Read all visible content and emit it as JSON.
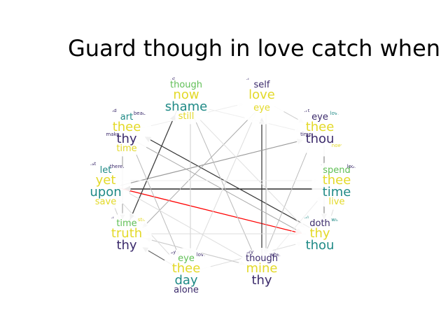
{
  "title": "Guard though in love catch when",
  "palette": {
    "yellow": "#e3d928",
    "green": "#5fbf55",
    "teal": "#1f8a86",
    "blue": "#2c6b8f",
    "navy": "#3b2a6b",
    "gray": "#7a7a7a"
  },
  "nodes": [
    {
      "id": "n0",
      "words": [
        {
          "t": "now",
          "s": "big",
          "c": "yellow"
        },
        {
          "t": "shame",
          "s": "big",
          "c": "teal"
        },
        {
          "t": "though",
          "s": "mid",
          "c": "green"
        },
        {
          "t": "still",
          "s": "mid",
          "c": "yellow"
        },
        {
          "t": "bare",
          "s": "tiny",
          "c": "navy"
        }
      ]
    },
    {
      "id": "n1",
      "words": [
        {
          "t": "love",
          "s": "big",
          "c": "yellow"
        },
        {
          "t": "self",
          "s": "mid",
          "c": "navy"
        },
        {
          "t": "eye",
          "s": "mid",
          "c": "yellow"
        },
        {
          "t": "will",
          "s": "tiny",
          "c": "navy"
        }
      ]
    },
    {
      "id": "n2",
      "words": [
        {
          "t": "thee",
          "s": "big",
          "c": "yellow"
        },
        {
          "t": "thou",
          "s": "big",
          "c": "navy"
        },
        {
          "t": "eye",
          "s": "mid",
          "c": "navy"
        },
        {
          "t": "heart",
          "s": "tiny",
          "c": "navy"
        },
        {
          "t": "love",
          "s": "tiny",
          "c": "teal"
        },
        {
          "t": "time",
          "s": "tiny",
          "c": "navy"
        },
        {
          "t": "now",
          "s": "tiny",
          "c": "yellow"
        }
      ]
    },
    {
      "id": "n3",
      "words": [
        {
          "t": "thee",
          "s": "big",
          "c": "yellow"
        },
        {
          "t": "time",
          "s": "big",
          "c": "teal"
        },
        {
          "t": "spend",
          "s": "mid",
          "c": "green"
        },
        {
          "t": "live",
          "s": "mid",
          "c": "yellow"
        },
        {
          "t": "ill",
          "s": "tiny",
          "c": "navy"
        },
        {
          "t": "look",
          "s": "tiny",
          "c": "navy"
        }
      ]
    },
    {
      "id": "n4",
      "words": [
        {
          "t": "thy",
          "s": "big",
          "c": "yellow"
        },
        {
          "t": "thou",
          "s": "big",
          "c": "teal"
        },
        {
          "t": "doth",
          "s": "mid",
          "c": "navy"
        },
        {
          "t": "hath",
          "s": "tiny",
          "c": "teal"
        },
        {
          "t": "will",
          "s": "tiny",
          "c": "teal"
        }
      ]
    },
    {
      "id": "n5",
      "words": [
        {
          "t": "mine",
          "s": "big",
          "c": "yellow"
        },
        {
          "t": "thy",
          "s": "big",
          "c": "navy"
        },
        {
          "t": "though",
          "s": "mid",
          "c": "navy"
        },
        {
          "t": "beauty",
          "s": "tiny",
          "c": "navy"
        },
        {
          "t": "where",
          "s": "tiny",
          "c": "navy"
        }
      ]
    },
    {
      "id": "n6",
      "words": [
        {
          "t": "thee",
          "s": "big",
          "c": "yellow"
        },
        {
          "t": "day",
          "s": "big",
          "c": "teal"
        },
        {
          "t": "eye",
          "s": "mid",
          "c": "green"
        },
        {
          "t": "alone",
          "s": "mid",
          "c": "navy"
        },
        {
          "t": "away",
          "s": "tiny",
          "c": "navy"
        },
        {
          "t": "love",
          "s": "tiny",
          "c": "navy"
        }
      ]
    },
    {
      "id": "n7",
      "words": [
        {
          "t": "truth",
          "s": "big",
          "c": "yellow"
        },
        {
          "t": "thy",
          "s": "big",
          "c": "navy"
        },
        {
          "t": "time",
          "s": "mid",
          "c": "green"
        },
        {
          "t": "will",
          "s": "tiny",
          "c": "navy"
        },
        {
          "t": "still",
          "s": "tiny",
          "c": "yellow"
        }
      ]
    },
    {
      "id": "n8",
      "words": [
        {
          "t": "yet",
          "s": "big",
          "c": "yellow"
        },
        {
          "t": "upon",
          "s": "big",
          "c": "teal"
        },
        {
          "t": "let",
          "s": "mid",
          "c": "teal"
        },
        {
          "t": "save",
          "s": "mid",
          "c": "yellow"
        },
        {
          "t": "whilst",
          "s": "tiny",
          "c": "navy"
        },
        {
          "t": "therefore",
          "s": "tiny",
          "c": "navy"
        }
      ]
    },
    {
      "id": "n9",
      "words": [
        {
          "t": "thee",
          "s": "big",
          "c": "yellow"
        },
        {
          "t": "thy",
          "s": "big",
          "c": "navy"
        },
        {
          "t": "art",
          "s": "mid",
          "c": "teal"
        },
        {
          "t": "time",
          "s": "mid",
          "c": "yellow"
        },
        {
          "t": "world",
          "s": "tiny",
          "c": "navy"
        },
        {
          "t": "beauty",
          "s": "tiny",
          "c": "navy"
        },
        {
          "t": "make",
          "s": "tiny",
          "c": "navy"
        }
      ]
    }
  ],
  "edges": [
    {
      "from": "n3",
      "to": "n8",
      "color": "#000000",
      "weight": 1.3
    },
    {
      "from": "n8",
      "to": "n4",
      "color": "#ff0000",
      "weight": 1.3
    },
    {
      "from": "n4",
      "to": "n9",
      "color": "#333333",
      "weight": 1.2
    },
    {
      "from": "n7",
      "to": "n0",
      "color": "#333333",
      "weight": 1.2
    },
    {
      "from": "n5",
      "to": "n1",
      "color": "#333333",
      "weight": 1.2
    },
    {
      "from": "n8",
      "to": "n2",
      "color": "#999999",
      "weight": 1.2
    },
    {
      "from": "n2",
      "to": "n4",
      "color": "#888888",
      "weight": 1.2
    },
    {
      "from": "n6",
      "to": "n7",
      "color": "#555555",
      "weight": 1.1
    },
    {
      "from": "n0",
      "to": "n7",
      "color": "#444444",
      "weight": 1.1
    },
    {
      "from": "n1",
      "to": "n7",
      "color": "#aaaaaa",
      "weight": 1.0
    },
    {
      "from": "n9",
      "to": "n6",
      "color": "#bbbbbb",
      "weight": 1.0
    },
    {
      "from": "n9",
      "to": "n7",
      "color": "#999999",
      "weight": 1.0
    },
    {
      "from": "n1",
      "to": "n5",
      "color": "#aaaaaa",
      "weight": 1.0
    },
    {
      "from": "n1",
      "to": "n2",
      "color": "#cccccc",
      "weight": 1.0
    },
    {
      "from": "n2",
      "to": "n5",
      "color": "#bbbbbb",
      "weight": 1.0
    },
    {
      "from": "n0",
      "to": "n6",
      "color": "#cccccc",
      "weight": 1.0
    },
    {
      "from": "n0",
      "to": "n5",
      "color": "#bbbbbb",
      "weight": 1.0
    },
    {
      "from": "n9",
      "to": "n4",
      "color": "#aaaaaa",
      "weight": 1.0
    },
    {
      "from": "n7",
      "to": "n5",
      "color": "#cccccc",
      "weight": 1.0
    },
    {
      "from": "n6",
      "to": "n4",
      "color": "#dddddd",
      "weight": 1.0
    },
    {
      "from": "n0",
      "to": "n4",
      "color": "#e0e0e0",
      "weight": 1.0
    },
    {
      "from": "n8",
      "to": "n5",
      "color": "#dddddd",
      "weight": 1.0
    },
    {
      "from": "n1",
      "to": "n6",
      "color": "#dddddd",
      "weight": 1.0
    },
    {
      "from": "n5",
      "to": "n7",
      "color": "#cccccc",
      "weight": 1.0
    },
    {
      "from": "n3",
      "to": "n4",
      "color": "#dddddd",
      "weight": 1.0
    },
    {
      "from": "n9",
      "to": "n1",
      "color": "#eeeeee",
      "weight": 1.0
    },
    {
      "from": "n0",
      "to": "n2",
      "color": "#eeeeee",
      "weight": 1.0
    },
    {
      "from": "n8",
      "to": "n3",
      "color": "#eeeeee",
      "weight": 1.0
    },
    {
      "from": "n6",
      "to": "n8",
      "color": "#dddddd",
      "weight": 1.0
    },
    {
      "from": "n4",
      "to": "n7",
      "color": "#dddddd",
      "weight": 1.0
    },
    {
      "from": "n5",
      "to": "n3",
      "color": "#eeeeee",
      "weight": 1.0
    },
    {
      "from": "n7",
      "to": "n8",
      "color": "#cccccc",
      "weight": 1.0
    }
  ]
}
